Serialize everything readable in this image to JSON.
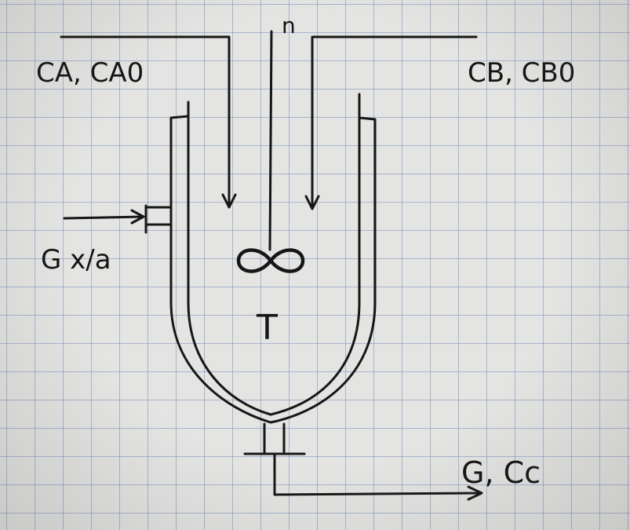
{
  "labels": {
    "stirrer_speed": "n",
    "feed_a": "CA, CA0",
    "feed_b": "CB, CB0",
    "coolant": "G x/a",
    "temperature": "T",
    "outlet": "G, Cc"
  }
}
